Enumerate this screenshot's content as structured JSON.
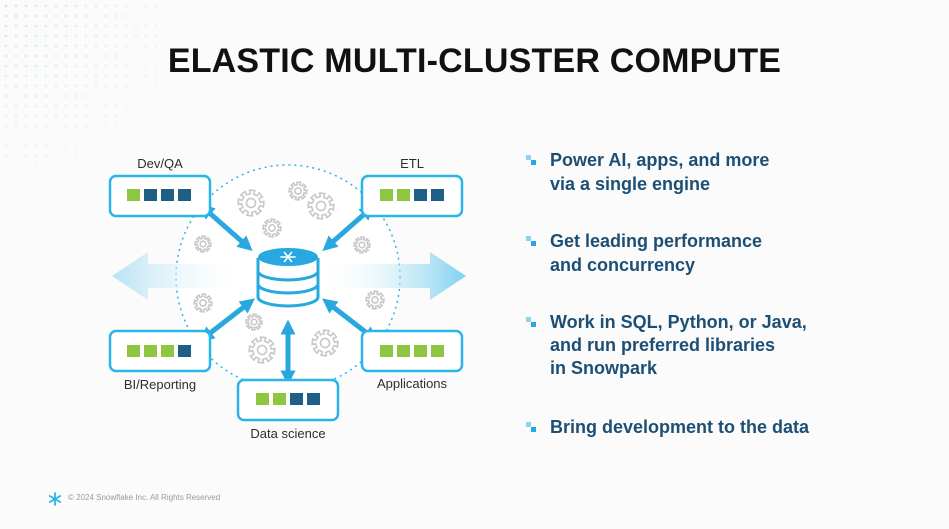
{
  "slide": {
    "title": "ELASTIC MULTI-CLUSTER COMPUTE",
    "diagram": {
      "labels": {
        "dev_qa": "Dev/QA",
        "etl": "ETL",
        "bi_reporting": "BI/Reporting",
        "applications": "Applications",
        "data_science": "Data science"
      },
      "colors": {
        "light_green": "#8dc63f",
        "dark_teal": "#1f5f86",
        "box_border": "#29b5e8",
        "arrow": "#29a8df",
        "gear": "#c8c8c8"
      }
    },
    "bullets": [
      {
        "line1": "Power AI, apps, and more",
        "line2": "via a single engine",
        "line3": ""
      },
      {
        "line1": "Get leading performance",
        "line2": "and concurrency",
        "line3": ""
      },
      {
        "line1": "Work in SQL, Python, or Java,",
        "line2": "and run preferred libraries",
        "line3": "in Snowpark"
      },
      {
        "line1": "Bring development to the data",
        "line2": "",
        "line3": ""
      }
    ],
    "footer": {
      "logo_icon": "snowflake-icon",
      "copyright": "© 2024 Snowflake Inc. All Rights Reserved"
    }
  }
}
